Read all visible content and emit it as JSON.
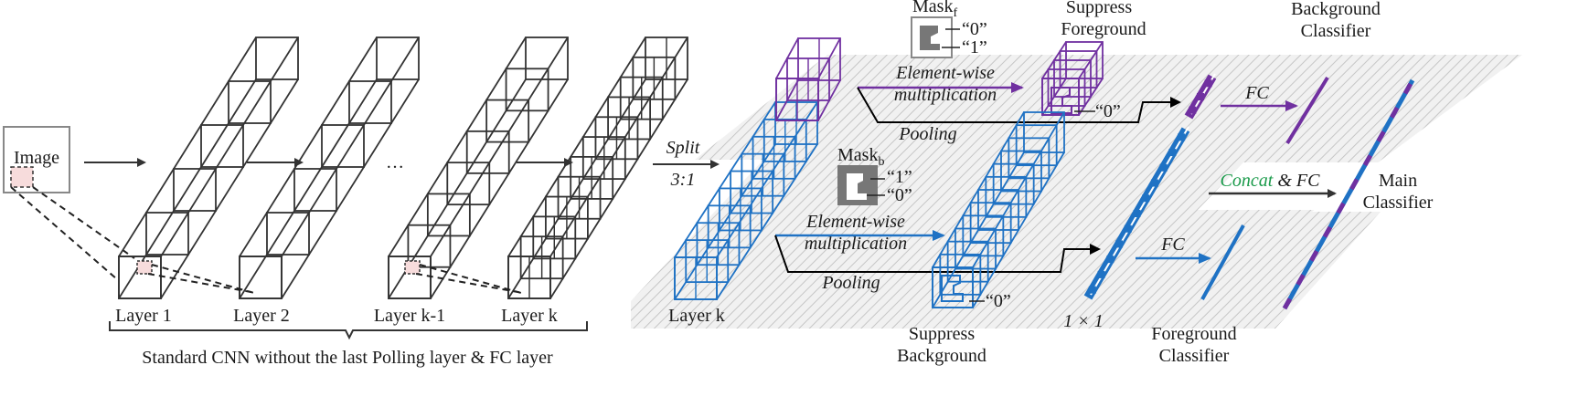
{
  "input": {
    "label": "Image"
  },
  "cnn_layers": [
    {
      "label": "Layer 1"
    },
    {
      "label": "Layer 2"
    },
    {
      "label": "Layer k-1"
    },
    {
      "label": "Layer k"
    }
  ],
  "ellipsis": "…",
  "brace_caption": "Standard CNN without the last Polling layer & FC layer",
  "split": {
    "label": "Split",
    "ratio": "3:1"
  },
  "layer_k_label": "Layer k",
  "mask_f": {
    "base": "Mask",
    "sub": "f",
    "val_top": "“0”",
    "val_bottom": "“1”"
  },
  "mask_b": {
    "base": "Mask",
    "sub": "b",
    "val_top": "“1”",
    "val_bottom": "“0”"
  },
  "elementwise_top": {
    "line1": "Element-wise",
    "line2": "multiplication"
  },
  "elementwise_bottom": {
    "line1": "Element-wise",
    "line2": "multiplication"
  },
  "pooling_top": "Pooling",
  "pooling_bottom": "Pooling",
  "suppress_fg": {
    "line1": "Suppress",
    "line2": "Foreground",
    "zero": "“0”"
  },
  "suppress_bg": {
    "line1": "Suppress",
    "line2": "Background",
    "zero": "“0”"
  },
  "one_by_one": "1 × 1",
  "fc_top": "FC",
  "fc_bottom": "FC",
  "concat_fc": {
    "concat": "Concat",
    "rest": " & FC"
  },
  "bg_classifier": {
    "line1": "Background",
    "line2": "Classifier"
  },
  "fg_classifier": {
    "line1": "Foreground",
    "line2": "Classifier"
  },
  "main_classifier": {
    "line1": "Main",
    "line2": "Classifier"
  },
  "colors": {
    "purple": "#7030a0",
    "blue": "#1f72c4",
    "green": "#1a9a4a",
    "dark": "#333333",
    "gray_band": "#cfcfcf"
  }
}
